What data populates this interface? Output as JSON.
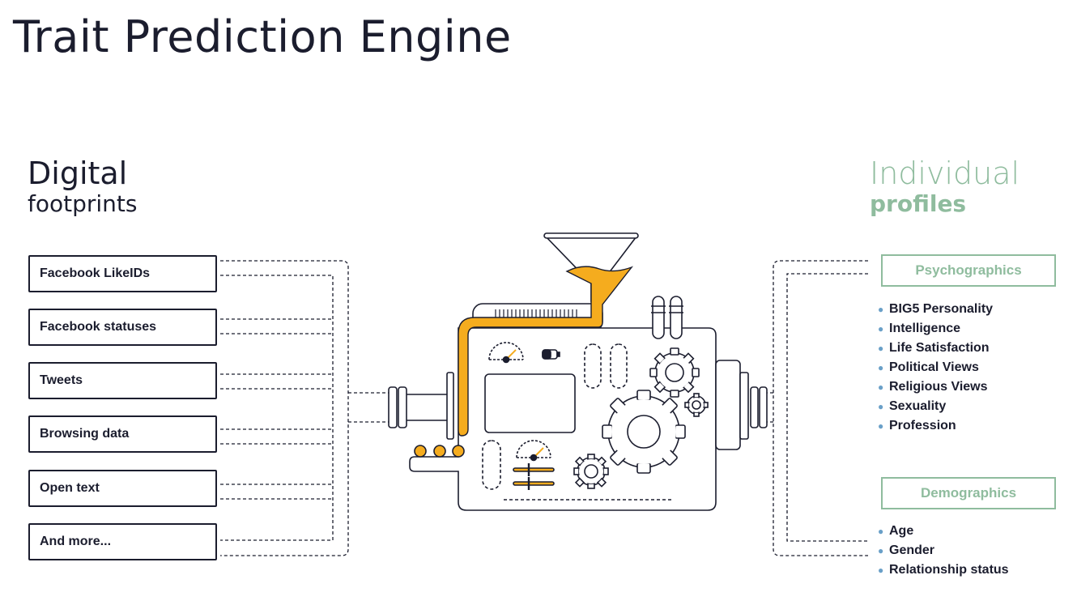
{
  "title": "Trait Prediction Engine",
  "inputs": {
    "heading_line1": "Digital",
    "heading_line2": "footprints",
    "items": [
      "Facebook LikeIDs",
      "Facebook statuses",
      "Tweets",
      "Browsing data",
      "Open text",
      "And more..."
    ]
  },
  "outputs": {
    "heading_line1": "Individual",
    "heading_line2": "profiles",
    "categories": [
      {
        "label": "Psychographics",
        "items": [
          "BIG5 Personality",
          "Intelligence",
          "Life Satisfaction",
          "Political Views",
          "Religious Views",
          "Sexuality",
          "Profession"
        ]
      },
      {
        "label": "Demographics",
        "items": [
          "Age",
          "Gender",
          "Relationship status"
        ]
      }
    ]
  },
  "colors": {
    "ink": "#1b1d2e",
    "accent_green": "#8fbc9e",
    "fluid_orange": "#f5ac1e",
    "bullet_blue": "#6aa0c8"
  },
  "icons": {
    "engine": "machine-illustration",
    "funnel": "funnel-icon",
    "gears": "gear-icon"
  }
}
